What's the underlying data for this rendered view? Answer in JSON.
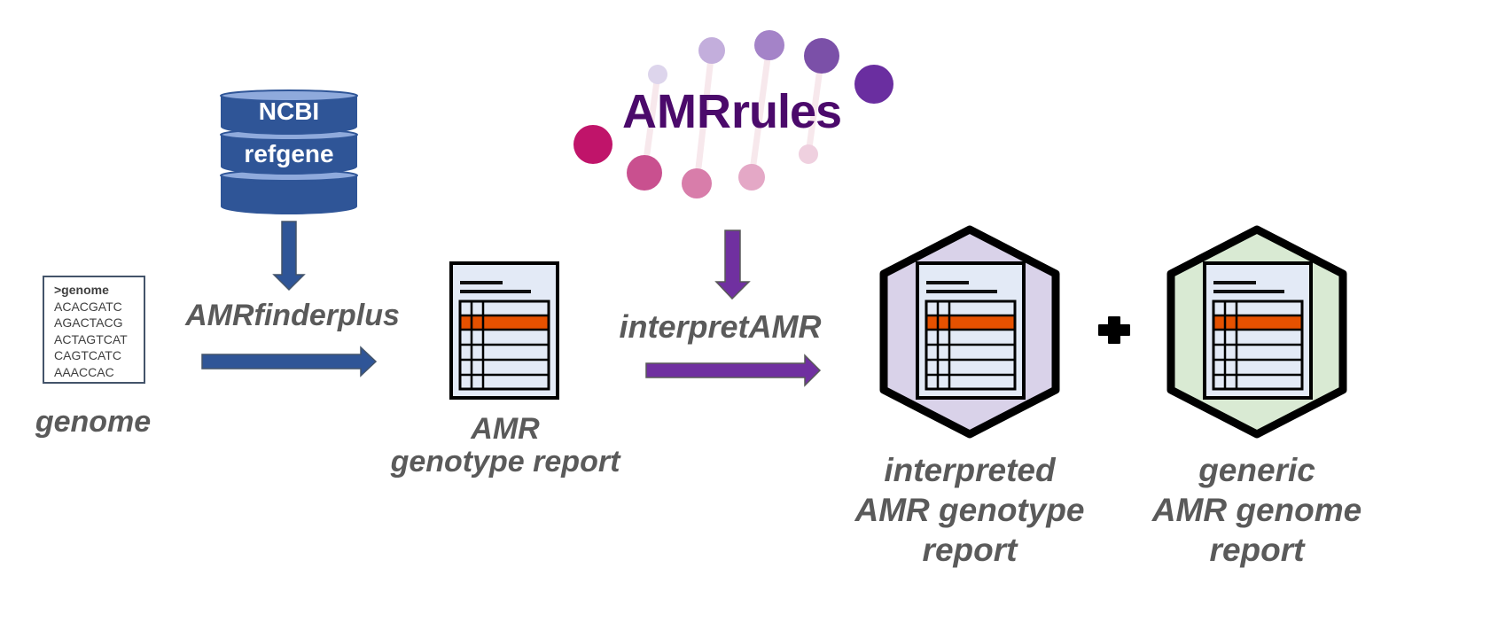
{
  "diagram": {
    "colors": {
      "blue_arrow": "#2f5597",
      "purple_arrow": "#7030a0",
      "label_text": "#595959",
      "report_highlight_row": "#e65100",
      "report_paper": "#e3eaf6",
      "hex_interpreted_fill": "#d9d2e9",
      "hex_generic_fill": "#d9ead3",
      "amrrules_text": "#4b0a6b"
    },
    "genome": {
      "header": ">genome",
      "sequence_lines": [
        "ACACGATC",
        "AGACTACG",
        "ACTAGTCAT",
        "CAGTCATC",
        "AAACCAC"
      ],
      "label": "genome",
      "icon": "sequence-file-icon"
    },
    "database": {
      "line1": "NCBI",
      "line2": "refgene",
      "icon": "database-cylinder-icon"
    },
    "tool1": {
      "label": "AMRfinderplus",
      "icon": "arrow-right-icon"
    },
    "report1": {
      "label_line1": "AMR",
      "label_line2": "genotype report",
      "icon": "report-table-icon"
    },
    "logo": {
      "text_bold": "AMR",
      "text_light": "rules",
      "icon": "amrrules-dots-logo"
    },
    "tool2": {
      "label": "interpretAMR",
      "icon": "arrow-right-icon"
    },
    "report2": {
      "label_line1": "interpreted",
      "label_line2": "AMR genotype",
      "label_line3": "report",
      "icon": "hexagon-report-icon"
    },
    "plus": {
      "icon": "plus-icon"
    },
    "report3": {
      "label_line1": "generic",
      "label_line2": "AMR genome",
      "label_line3": "report",
      "icon": "hexagon-report-icon"
    }
  }
}
